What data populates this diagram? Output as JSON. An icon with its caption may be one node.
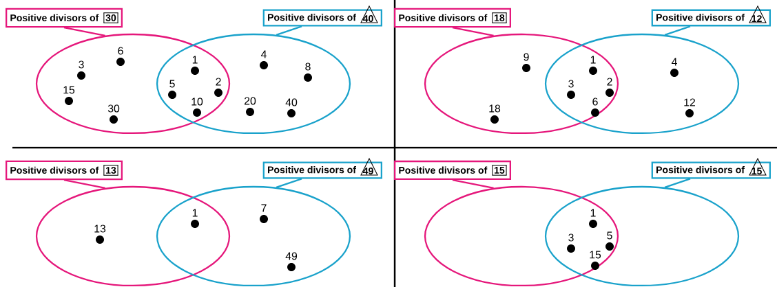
{
  "diagram": {
    "nodes": [
      {
        "text": [
          "Positive divisors of",
          "30"
        ]
      },
      {
        "text": [
          "Positive divisors of",
          "40"
        ]
      },
      {
        "text": [],
        "shape": "ellipse"
      },
      {
        "text": [],
        "shape": "ellipse"
      },
      {
        "text": [
          "Positive divisors of",
          "18"
        ]
      },
      {
        "text": [
          "Positive divisors of",
          "12"
        ]
      },
      {
        "text": [],
        "shape": "ellipse"
      },
      {
        "text": [],
        "shape": "ellipse"
      },
      {
        "text": [
          "Positive divisors of",
          "13"
        ]
      },
      {
        "text": [
          "Positive divisors of",
          "49"
        ]
      },
      {
        "text": [],
        "shape": "ellipse"
      },
      {
        "text": [],
        "shape": "ellipse"
      },
      {
        "text": [
          "Positive divisors of",
          "15"
        ]
      },
      {
        "text": [
          "Positive divisors of",
          "15"
        ]
      },
      {
        "text": [],
        "shape": "ellipse"
      },
      {
        "text": [],
        "shape": "ellipse"
      }
    ],
    "edges": [
      {
        "from": 0,
        "to": 2,
        "arrow": "none",
        "color": "#e5177b"
      },
      {
        "from": 1,
        "to": 3,
        "arrow": "none",
        "color": "#1aa2cb"
      },
      {
        "from": 4,
        "to": 6,
        "arrow": "none",
        "color": "#e5177b"
      },
      {
        "from": 5,
        "to": 7,
        "arrow": "none",
        "color": "#1aa2cb"
      },
      {
        "from": 8,
        "to": 10,
        "arrow": "none",
        "color": "#e5177b"
      },
      {
        "from": 9,
        "to": 11,
        "arrow": "none",
        "color": "#1aa2cb"
      },
      {
        "from": 12,
        "to": 14,
        "arrow": "none",
        "color": "#e5177b"
      },
      {
        "from": 13,
        "to": 15,
        "arrow": "none",
        "color": "#1aa2cb"
      }
    ],
    "labels": [
      "3",
      "6",
      "15",
      "30",
      "1",
      "5",
      "2",
      "10",
      "4",
      "8",
      "20",
      "40",
      "9",
      "18",
      "1",
      "3",
      "2",
      "6",
      "4",
      "12",
      "13",
      "1",
      "7",
      "49",
      "1",
      "3",
      "5",
      "15"
    ]
  }
}
